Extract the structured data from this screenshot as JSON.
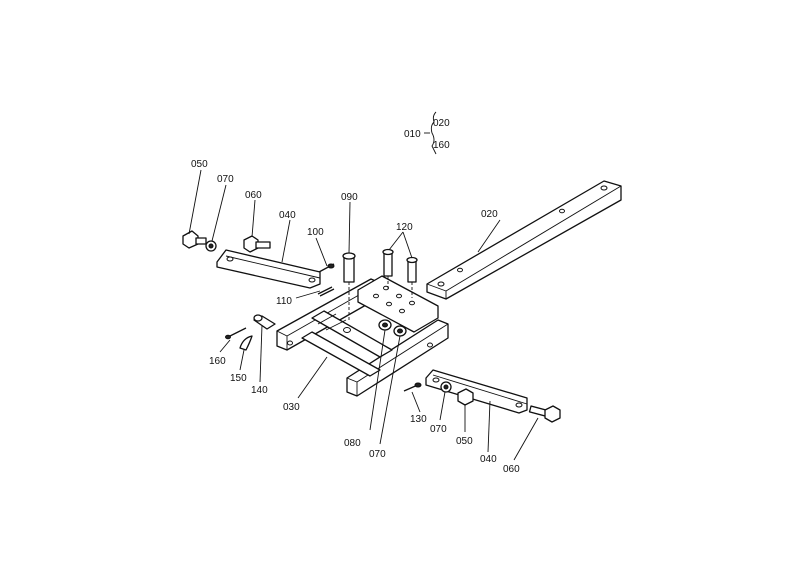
{
  "legend": {
    "root": "010",
    "children": [
      "020",
      "160"
    ]
  },
  "labels": {
    "p050_left": "050",
    "p070_left": "070",
    "p060_left": "060",
    "p040_left": "040",
    "p090": "090",
    "p120": "120",
    "p020": "020",
    "p100": "100",
    "p110": "110",
    "p160": "160",
    "p150": "150",
    "p140": "140",
    "p030": "030",
    "p080": "080",
    "p070_mid": "070",
    "p130": "130",
    "p070_right": "070",
    "p050_right": "050",
    "p040_right": "040",
    "p060_right": "060"
  }
}
